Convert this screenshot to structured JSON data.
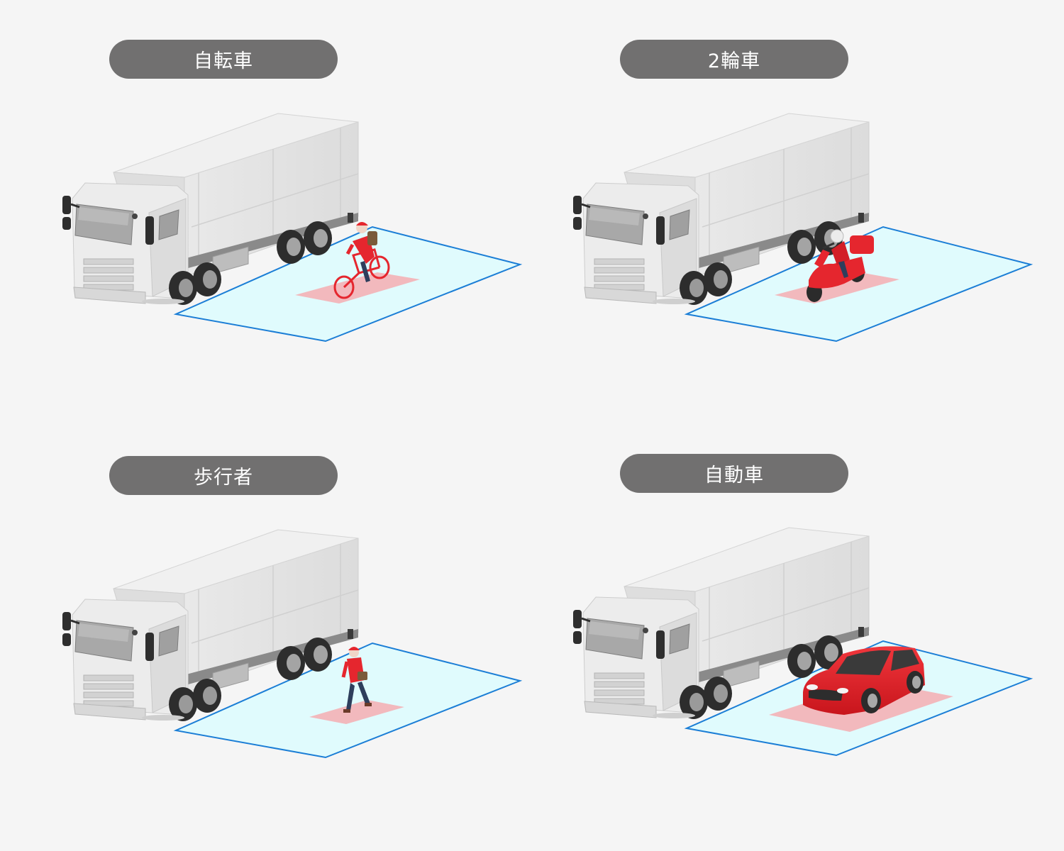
{
  "labels": {
    "bicycle": "自転車",
    "motorcycle": "2輪車",
    "pedestrian": "歩行者",
    "car": "自動車"
  },
  "colors": {
    "label_bg": "#717070",
    "label_text": "#ffffff",
    "zone_fill": "#e0fbfd",
    "zone_stroke": "#1b7ed6",
    "target_zone": "#f2b9bd",
    "object_red": "#e5262e",
    "truck_body": "#e6e6e6"
  },
  "icons": {
    "bicycle": "bicycle-rider-icon",
    "motorcycle": "scooter-rider-icon",
    "pedestrian": "pedestrian-icon",
    "car": "car-icon",
    "truck": "truck-icon"
  }
}
